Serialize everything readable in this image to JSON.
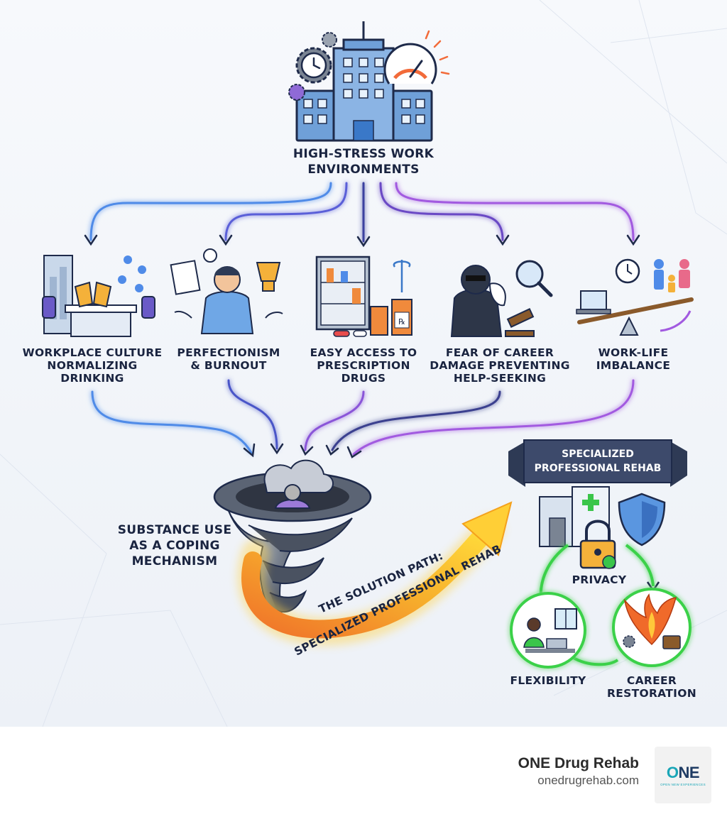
{
  "top": {
    "title_line1": "HIGH-STRESS WORK",
    "title_line2": "ENVIRONMENTS"
  },
  "causes": [
    {
      "line1": "WORKPLACE CULTURE",
      "line2": "NORMALIZING",
      "line3": "DRINKING",
      "color": "#3f6fd6"
    },
    {
      "line1": "PERFECTIONISM",
      "line2": "& BURNOUT",
      "line3": "",
      "color": "#4a55c8"
    },
    {
      "line1": "EASY ACCESS TO",
      "line2": "PRESCRIPTION",
      "line3": "DRUGS",
      "color": "#3a3f8f"
    },
    {
      "line1": "FEAR OF CAREER",
      "line2": "DAMAGE PREVENTING",
      "line3": "HELP-SEEKING",
      "color": "#6a3fb5"
    },
    {
      "line1": "WORK-LIFE",
      "line2": "IMBALANCE",
      "line3": "",
      "color": "#8a45d0"
    }
  ],
  "coping": {
    "line1": "SUBSTANCE USE",
    "line2": "AS A COPING",
    "line3": "MECHANISM"
  },
  "solution_path": {
    "line1": "THE SOLUTION PATH:",
    "line2": "SPECIALIZED PROFESSIONAL REHAB"
  },
  "rehab": {
    "banner_line1": "SPECIALIZED",
    "banner_line2": "PROFESSIONAL REHAB",
    "pillars": [
      "PRIVACY",
      "FLEXIBILITY",
      "CAREER",
      "RESTORATION"
    ]
  },
  "footer": {
    "brand": "ONE Drug Rehab",
    "url": "onedrugrehab.com",
    "logo_text": "ONE",
    "logo_sub": "OPEN NEW EXPERIENCES"
  },
  "colors": {
    "navy": "#1a2440",
    "arrow_blue": "#3f6fd6",
    "arrow_purple": "#8a45d0",
    "glow_green": "#3ad14a",
    "solution_yellow": "#f5b52a",
    "solution_orange": "#f0742a"
  }
}
